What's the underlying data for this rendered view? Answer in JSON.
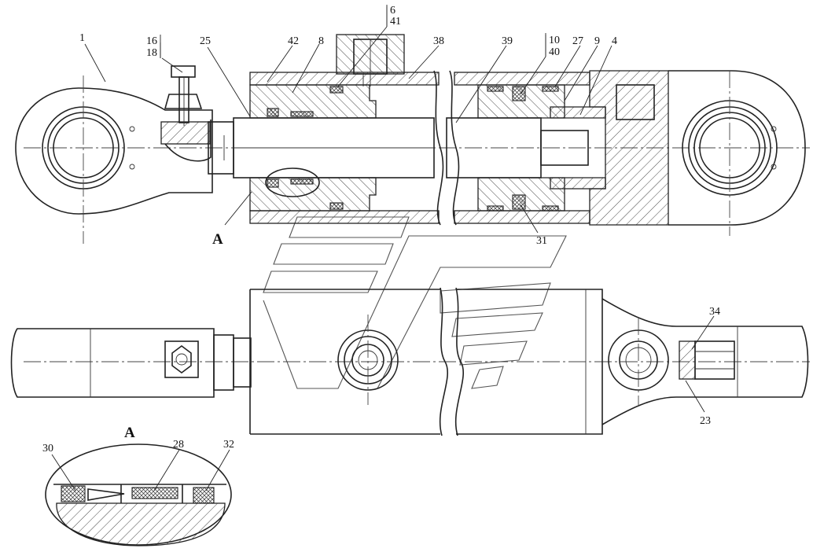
{
  "labels": {
    "p1": "1",
    "p16": "16",
    "p18": "18",
    "p25": "25",
    "p42": "42",
    "p8": "8",
    "p6": "6",
    "p41": "41",
    "p38": "38",
    "p39": "39",
    "p10": "10",
    "p40": "40",
    "p27": "27",
    "p9": "9",
    "p4": "4",
    "p31": "31",
    "p34": "34",
    "p23": "23",
    "p30": "30",
    "p28": "28",
    "p32": "32"
  },
  "section_marks": {
    "view_a": "A",
    "detail_a": "A"
  },
  "colors": {
    "line": "#222222",
    "background": "#ffffff"
  }
}
